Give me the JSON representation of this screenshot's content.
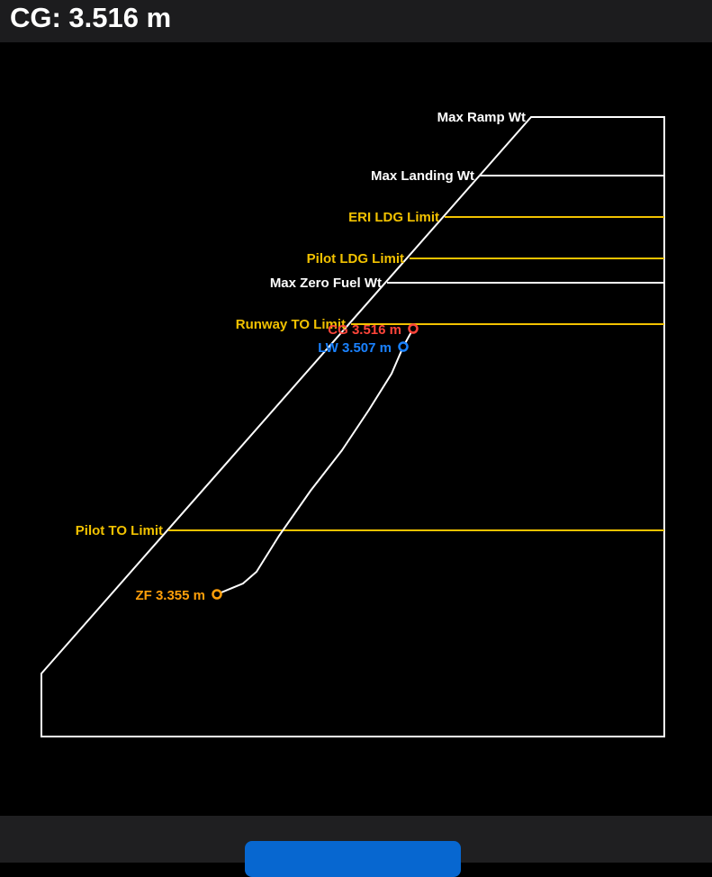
{
  "header": {
    "title": "CG: 3.516 m"
  },
  "colors": {
    "envelope": "#ffffff",
    "limit": "#f2c200",
    "cg": "#ff453a",
    "lw": "#1a82ff",
    "zf": "#ff9f0a",
    "button": "#0767d0"
  },
  "chart_data": {
    "type": "line",
    "title": "CG: 3.516 m",
    "limits": [
      {
        "label": "Max Ramp Wt",
        "kind": "structural"
      },
      {
        "label": "Max Landing Wt",
        "kind": "structural"
      },
      {
        "label": "ERI LDG Limit",
        "kind": "operational"
      },
      {
        "label": "Pilot LDG Limit",
        "kind": "operational"
      },
      {
        "label": "Max Zero Fuel Wt",
        "kind": "structural"
      },
      {
        "label": "Runway TO Limit",
        "kind": "operational"
      },
      {
        "label": "Pilot TO Limit",
        "kind": "operational"
      }
    ],
    "points": [
      {
        "name": "ZF",
        "cg_m": 3.355,
        "label": "ZF 3.355 m"
      },
      {
        "name": "LW",
        "cg_m": 3.507,
        "label": "LW 3.507 m"
      },
      {
        "name": "CG",
        "cg_m": 3.516,
        "label": "CG 3.516 m"
      }
    ]
  }
}
